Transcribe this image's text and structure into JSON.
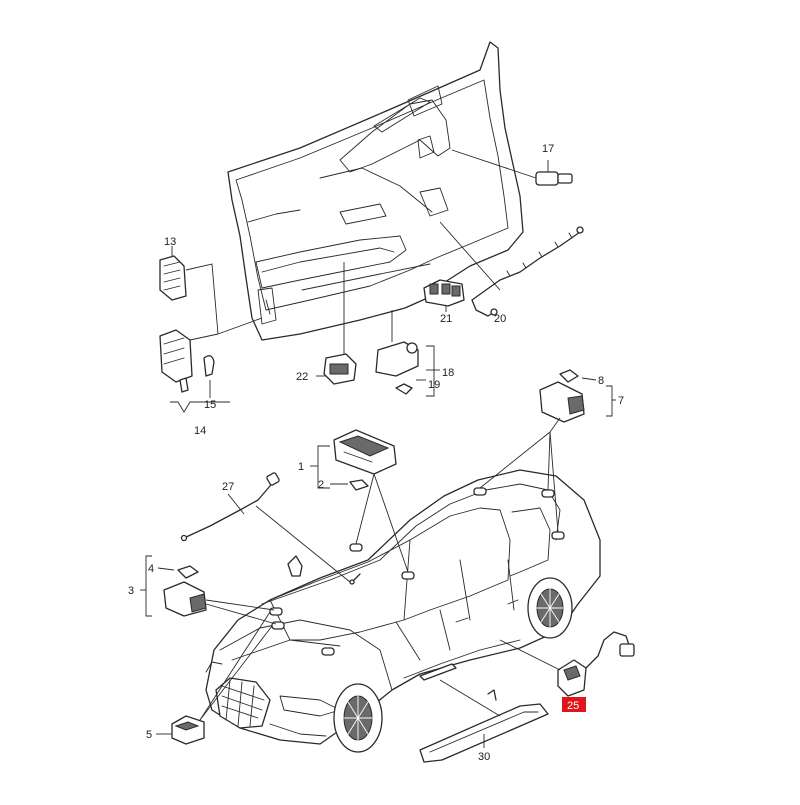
{
  "diagram": {
    "callouts": [
      {
        "id": "1",
        "label": "1"
      },
      {
        "id": "2",
        "label": "2"
      },
      {
        "id": "3",
        "label": "3"
      },
      {
        "id": "4",
        "label": "4"
      },
      {
        "id": "5",
        "label": "5"
      },
      {
        "id": "7",
        "label": "7"
      },
      {
        "id": "8",
        "label": "8"
      },
      {
        "id": "13",
        "label": "13"
      },
      {
        "id": "14",
        "label": "14"
      },
      {
        "id": "15",
        "label": "15"
      },
      {
        "id": "17",
        "label": "17"
      },
      {
        "id": "18",
        "label": "18"
      },
      {
        "id": "19",
        "label": "19"
      },
      {
        "id": "20",
        "label": "20"
      },
      {
        "id": "21",
        "label": "21"
      },
      {
        "id": "22",
        "label": "22"
      },
      {
        "id": "25",
        "label": "25",
        "highlighted": true
      },
      {
        "id": "27",
        "label": "27"
      },
      {
        "id": "30",
        "label": "30"
      }
    ],
    "highlight_color": "#e0141b",
    "line_color": "#2a2a2a",
    "background": "#ffffff"
  }
}
